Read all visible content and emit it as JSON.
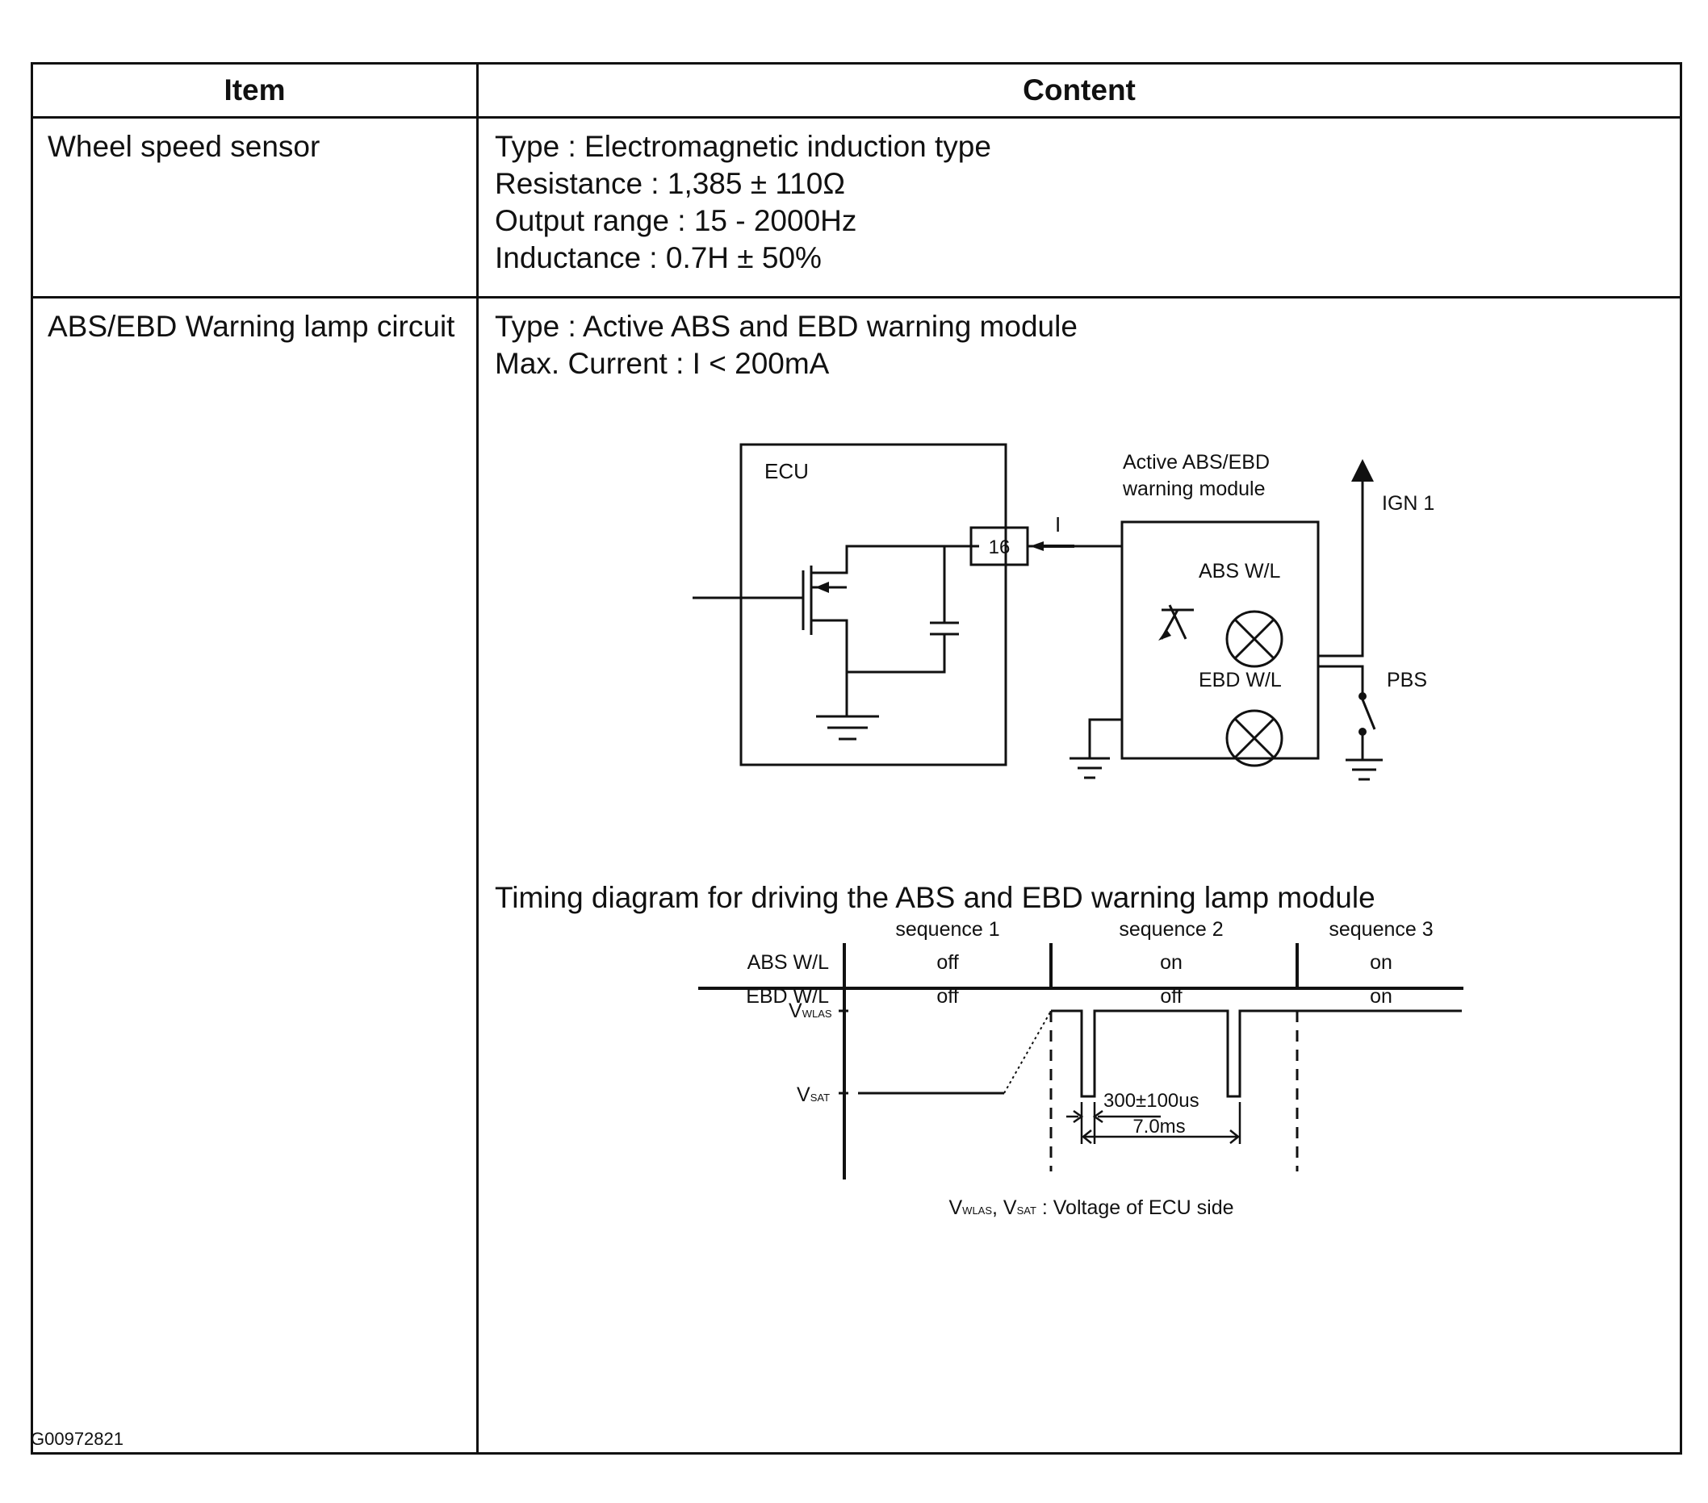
{
  "table": {
    "headers": {
      "item": "Item",
      "content": "Content"
    },
    "rows": [
      {
        "item": "Wheel speed sensor",
        "lines": [
          "Type :  Electromagnetic induction type",
          "Resistance :  1,385 ± 110Ω",
          "Output range :  15 - 2000Hz",
          "Inductance :  0.7H ± 50%"
        ]
      },
      {
        "item": "ABS/EBD Warning lamp circuit",
        "lines": [
          "Type :  Active ABS and EBD warning module",
          "Max.   Current :  I < 200mA"
        ]
      }
    ]
  },
  "circuit": {
    "ecu": "ECU",
    "pin": "16",
    "current": "I",
    "module_line1": "Active ABS/EBD",
    "module_line2": "warning module",
    "ign": "IGN 1",
    "abs_wl": "ABS W/L",
    "ebd_wl": "EBD W/L",
    "pbs": "PBS"
  },
  "timing": {
    "title": "Timing diagram for driving the ABS and EBD warning lamp module",
    "row_labels": [
      "ABS W/L",
      "EBD W/L"
    ],
    "sequences": [
      {
        "name": "sequence 1",
        "abs": "off",
        "ebd": "off"
      },
      {
        "name": "sequence 2",
        "abs": "on",
        "ebd": "off"
      },
      {
        "name": "sequence 3",
        "abs": "on",
        "ebd": "on"
      }
    ],
    "v_wlas_main": "V",
    "v_wlas_sub": "WLAS",
    "v_sat_main": "V",
    "v_sat_sub": "SAT",
    "pulse_width": "300±100us",
    "period": "7.0ms",
    "note_v1": "V",
    "note_s1": "WLAS",
    "note_sep": ", V",
    "note_s2": "SAT",
    "note_rest": " : Voltage of ECU side"
  },
  "figure_id": "G00972821"
}
